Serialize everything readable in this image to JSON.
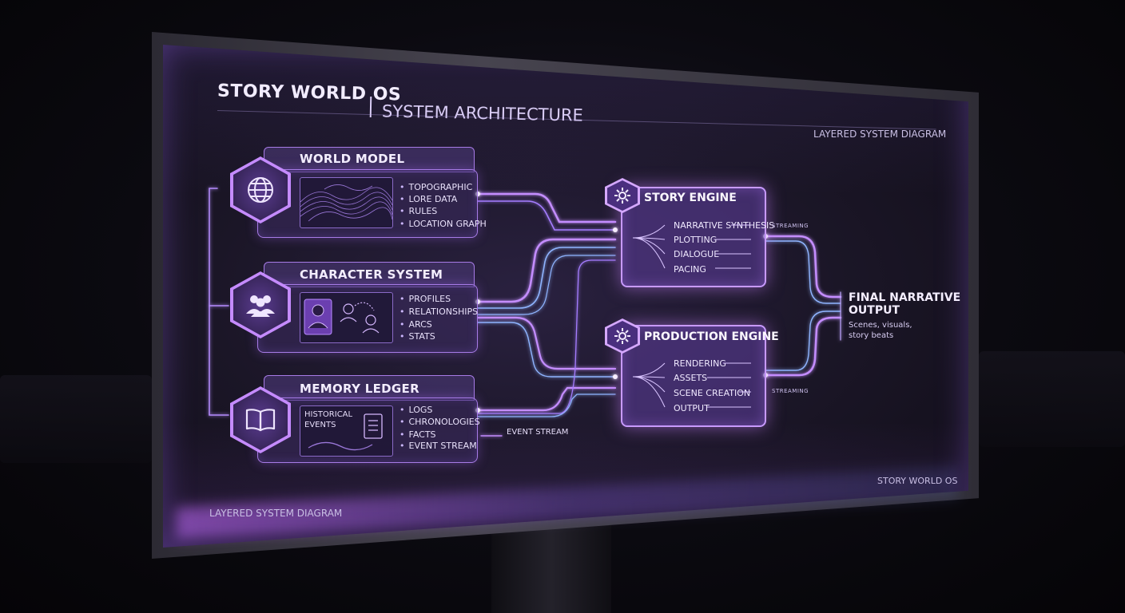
{
  "header": {
    "title": "STORY WORLD OS",
    "subtitle": "SYSTEM ARCHITECTURE",
    "corner_top_right": "LAYERED SYSTEM DIAGRAM",
    "corner_bottom_left": "LAYERED SYSTEM DIAGRAM",
    "corner_bottom_right": "STORY WORLD OS"
  },
  "inputs": [
    {
      "title": "WORLD MODEL",
      "icon": "globe-icon",
      "items": [
        "TOPOGRAPHIC",
        "LORE DATA",
        "RULES",
        "LOCATION GRAPH"
      ]
    },
    {
      "title": "CHARACTER SYSTEM",
      "icon": "people-icon",
      "items": [
        "PROFILES",
        "RELATIONSHIPS",
        "ARCS",
        "STATS"
      ]
    },
    {
      "title": "MEMORY LEDGER",
      "icon": "book-icon",
      "items": [
        "LOGS",
        "CHRONOLOGIES",
        "FACTS",
        "EVENT STREAM"
      ],
      "thumb_text": [
        "HISTORICAL",
        "EVENTS"
      ]
    }
  ],
  "engines": [
    {
      "title": "STORY ENGINE",
      "icon": "gear-icon",
      "items": [
        "NARRATIVE SYNTHESIS",
        "PLOTTING",
        "DIALOGUE",
        "PACING"
      ]
    },
    {
      "title": "PRODUCTION ENGINE",
      "icon": "gear-icon",
      "items": [
        "RENDERING",
        "ASSETS",
        "SCENE CREATION",
        "OUTPUT"
      ]
    }
  ],
  "streams": {
    "top": "STREAMING",
    "bottom": "STREAMING",
    "event": "EVENT STREAM"
  },
  "output": {
    "title_line1": "FINAL NARRATIVE",
    "title_line2": "OUTPUT",
    "sub_line1": "Scenes, visuals,",
    "sub_line2": "story beats"
  },
  "colors": {
    "accent": "#c58bff",
    "glow": "#b07cff",
    "wire_blue": "#8fb4ff"
  }
}
